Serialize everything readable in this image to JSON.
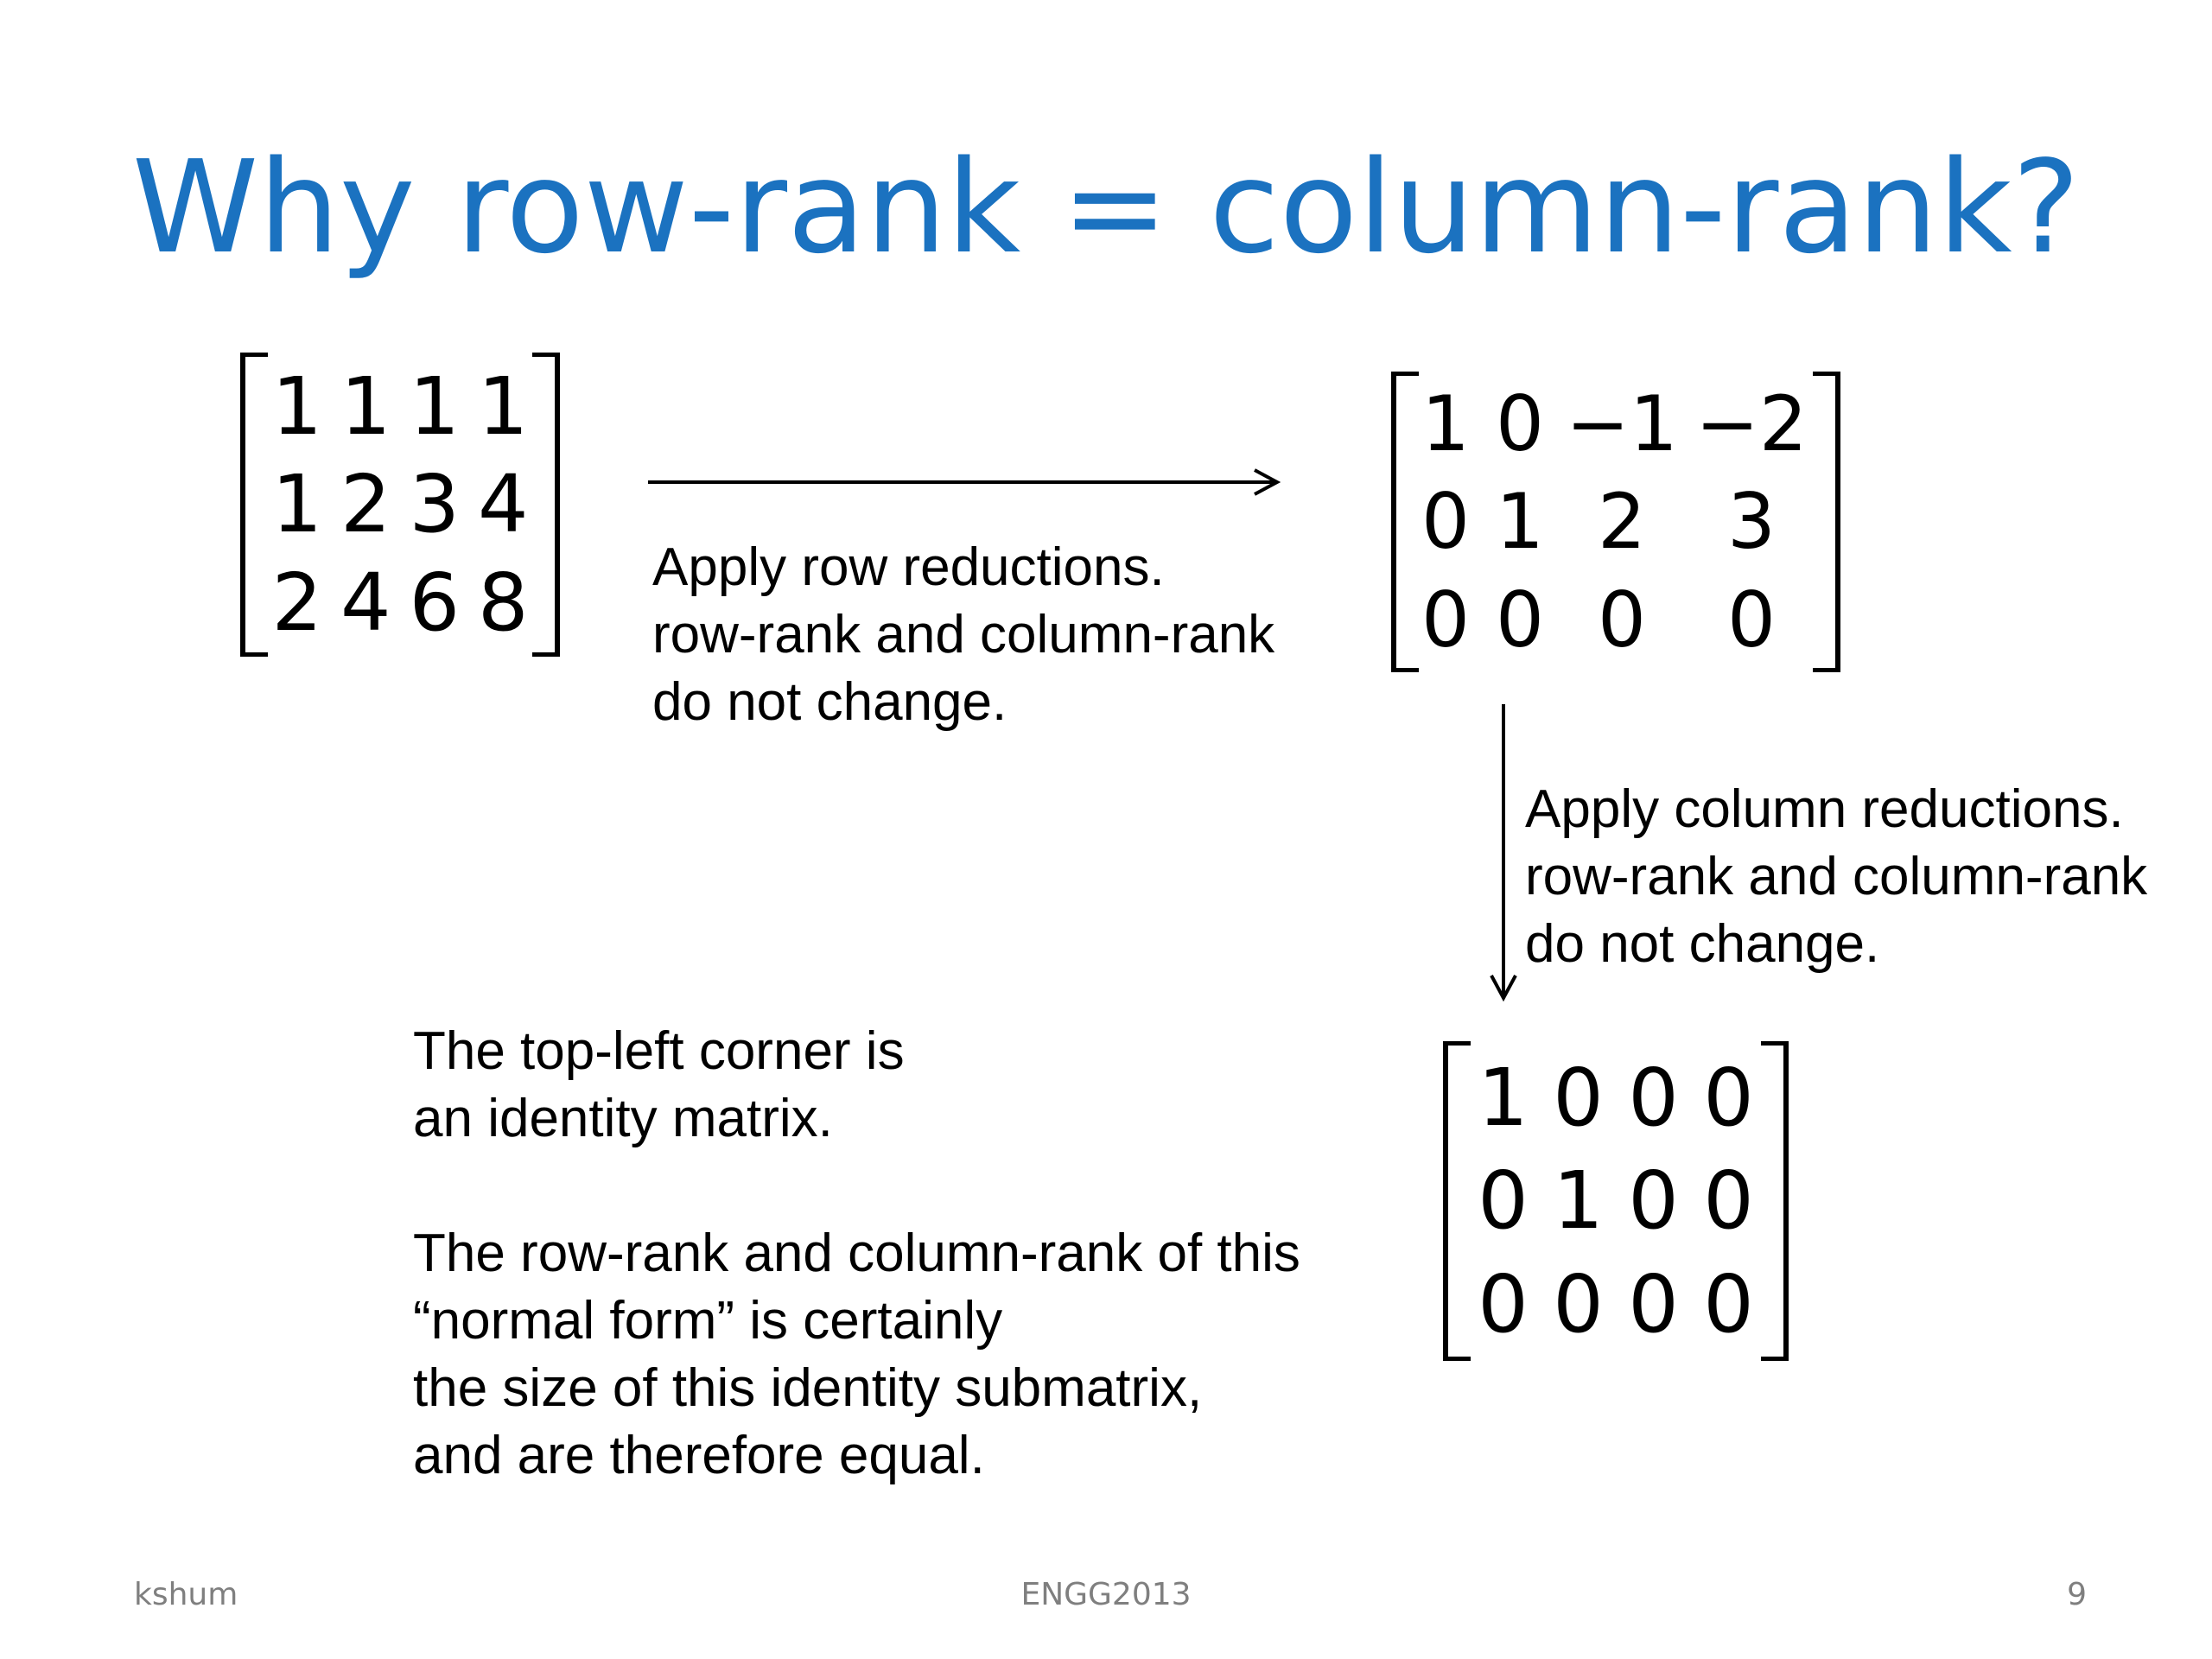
{
  "slide": {
    "title": "Why row-rank = column-rank?",
    "title_color": "#1b72c0",
    "matrix_a": {
      "rows": [
        [
          "1",
          "1",
          "1",
          "1"
        ],
        [
          "1",
          "2",
          "3",
          "4"
        ],
        [
          "2",
          "4",
          "6",
          "8"
        ]
      ]
    },
    "matrix_b": {
      "rows": [
        [
          "1",
          "0",
          "−1",
          "−2"
        ],
        [
          "0",
          "1",
          "2",
          "3"
        ],
        [
          "0",
          "0",
          "0",
          "0"
        ]
      ]
    },
    "matrix_c": {
      "rows": [
        [
          "1",
          "0",
          "0",
          "0"
        ],
        [
          "0",
          "1",
          "0",
          "0"
        ],
        [
          "0",
          "0",
          "0",
          "0"
        ]
      ]
    },
    "row_reduction_caption": [
      "Apply row reductions.",
      "row-rank and column-rank",
      "do not change."
    ],
    "column_reduction_caption": [
      "Apply column reductions.",
      "row-rank and column-rank",
      "do not change."
    ],
    "identity_caption": [
      "The top-left corner is",
      "an identity matrix."
    ],
    "normal_form_caption": [
      "The row-rank and column-rank of this",
      "“normal form” is certainly",
      "the size of this identity submatrix,",
      "and are therefore equal."
    ]
  },
  "footer": {
    "author": "kshum",
    "course": "ENGG2013",
    "page_number": "9",
    "color": "#7f7f7f"
  }
}
